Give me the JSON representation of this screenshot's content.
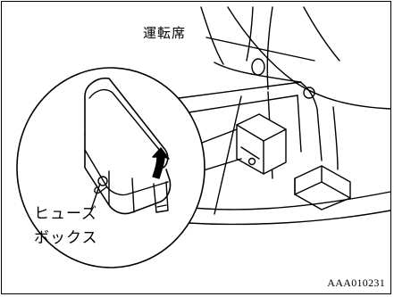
{
  "labels": {
    "driver_seat": "運転席",
    "fuse_box_line1": "ヒューズ",
    "fuse_box_line2": "ボックス",
    "figure_code": "AAA010231"
  },
  "colors": {
    "line": "#000000",
    "background": "#ffffff"
  }
}
